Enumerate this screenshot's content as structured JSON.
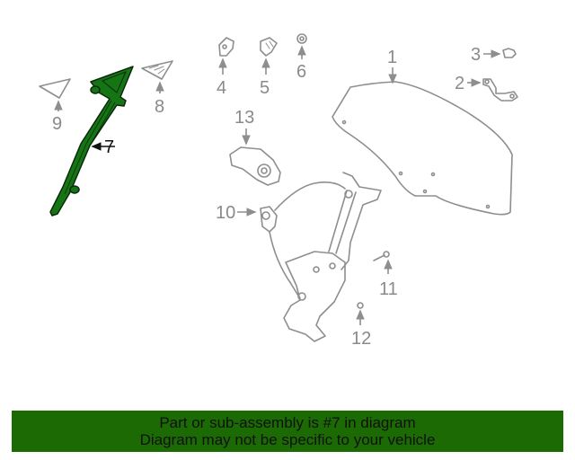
{
  "diagram": {
    "callouts": [
      {
        "number": "1",
        "part": "window-glass"
      },
      {
        "number": "2",
        "part": "bracket"
      },
      {
        "number": "3",
        "part": "clip"
      },
      {
        "number": "4",
        "part": "bracket"
      },
      {
        "number": "5",
        "part": "bracket"
      },
      {
        "number": "6",
        "part": "nut"
      },
      {
        "number": "7",
        "part": "run-channel",
        "highlighted": true
      },
      {
        "number": "8",
        "part": "trim-panel"
      },
      {
        "number": "9",
        "part": "seal"
      },
      {
        "number": "10",
        "part": "window-regulator"
      },
      {
        "number": "11",
        "part": "bolt"
      },
      {
        "number": "12",
        "part": "nut"
      },
      {
        "number": "13",
        "part": "motor"
      }
    ],
    "highlight_color": "#157515",
    "line_color": "#8e8e8e"
  },
  "footer": {
    "line1": "Part or sub-assembly is #7 in diagram",
    "line2": "Diagram may not be specific to your vehicle",
    "background": "#1c6a03"
  }
}
